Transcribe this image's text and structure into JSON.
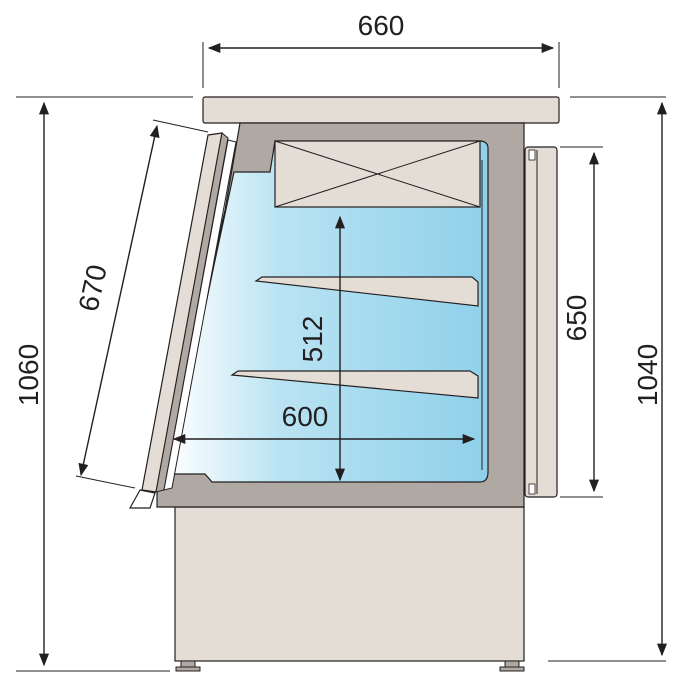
{
  "dimensions": {
    "top_width": "660",
    "total_height": "1060",
    "glass_length": "670",
    "interior_height": "512",
    "interior_depth": "600",
    "rear_door_height": "650",
    "rear_height": "1040"
  },
  "colors": {
    "cabinet_fill": "#e4ddd6",
    "cabinet_wall": "#b0a8a2",
    "interior_blue": "#8fd0ea",
    "interior_light": "#ffffff",
    "line": "#231f20"
  }
}
